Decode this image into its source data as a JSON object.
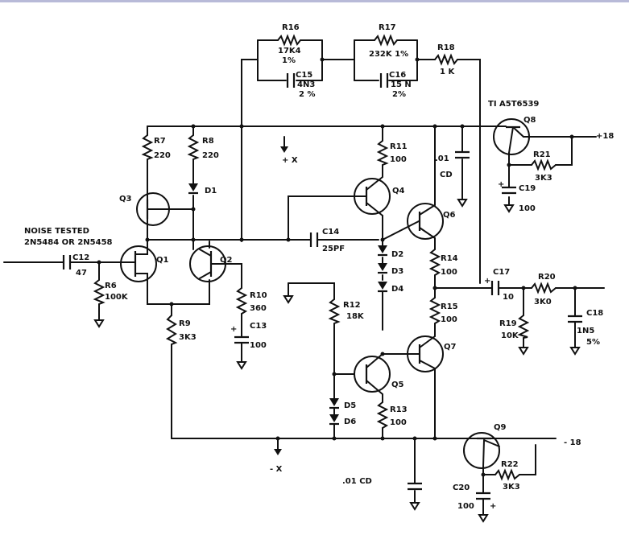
{
  "title_note": {
    "line1": "NOISE TESTED",
    "line2": "2N5484 OR 2N5458"
  },
  "supply": {
    "pos": "+18",
    "neg": "- 18",
    "pos_x": "+ X",
    "neg_x": "- X"
  },
  "parts": {
    "r16": {
      "ref": "R16",
      "value": "17K4",
      "tol": "1%"
    },
    "c15": {
      "ref": "C15",
      "value": "4N3",
      "tol": "2 %"
    },
    "r17": {
      "ref": "R17",
      "value": "232K 1%"
    },
    "c16": {
      "ref": "C16",
      "value": "15 N",
      "tol": "2%"
    },
    "r18": {
      "ref": "R18",
      "value": "1 K"
    },
    "q8_type": "TI A5T6539",
    "q8": "Q8",
    "r21": {
      "ref": "R21",
      "value": "3K3"
    },
    "c19": {
      "ref": "C19",
      "value": "100"
    },
    "r7": {
      "ref": "R7",
      "value": "220"
    },
    "r8": {
      "ref": "R8",
      "value": "220"
    },
    "d1": "D1",
    "q3": "Q3",
    "r11": {
      "ref": "R11",
      "value": "100"
    },
    "cd_top": {
      "value": ".01",
      "type": "CD"
    },
    "q4": "Q4",
    "q6": "Q6",
    "c14": {
      "ref": "C14",
      "value": "25PF"
    },
    "c12": {
      "ref": "C12",
      "value": "47"
    },
    "q1": "Q1",
    "q2": "Q2",
    "r6": {
      "ref": "R6",
      "value": "100K"
    },
    "d2": "D2",
    "d3": "D3",
    "d4": "D4",
    "r14": {
      "ref": "R14",
      "value": "100"
    },
    "c17": {
      "ref": "C17",
      "value": "10"
    },
    "r20": {
      "ref": "R20",
      "value": "3K0"
    },
    "r10": {
      "ref": "R10",
      "value": "360"
    },
    "c13": {
      "ref": "C13",
      "value": "100"
    },
    "r12": {
      "ref": "R12",
      "value": "18K"
    },
    "r15": {
      "ref": "R15",
      "value": "100"
    },
    "r19": {
      "ref": "R19",
      "value": "10K"
    },
    "c18": {
      "ref": "C18",
      "value": "1N5",
      "tol": "5%"
    },
    "r9": {
      "ref": "R9",
      "value": "3K3"
    },
    "q7": "Q7",
    "q5": "Q5",
    "d5": "D5",
    "d6": "D6",
    "r13": {
      "ref": "R13",
      "value": "100"
    },
    "q9": "Q9",
    "r22": {
      "ref": "R22",
      "value": "3K3"
    },
    "c20": {
      "ref": "C20",
      "value": "100"
    },
    "cd_bottom": ".01 CD"
  }
}
